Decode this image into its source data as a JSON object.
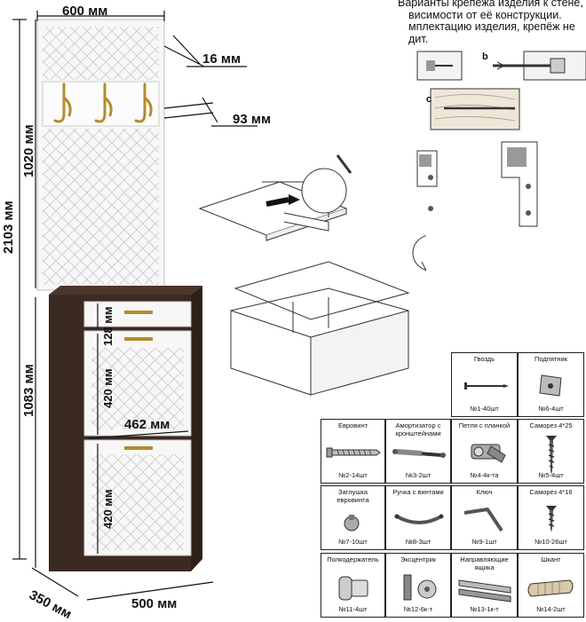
{
  "dimensions": {
    "width_top": "600 мм",
    "gap_16": "16 мм",
    "gap_93": "93 мм",
    "height_total": "2103 мм",
    "height_panel": "1020 мм",
    "height_cabinet": "1083 мм",
    "drawer_128": "128 мм",
    "door_420_top": "420 мм",
    "door_420_bottom": "420 мм",
    "inner_width": "462 мм",
    "depth": "350 мм",
    "width_bottom": "500 мм"
  },
  "mounting_note": {
    "lines": [
      "Варианты крепежа изделия к стене,",
      "висимости от её конструкции.",
      "мплектацию изделия, крепёж не",
      "дит."
    ],
    "letters": [
      "b",
      "c"
    ]
  },
  "hardware": [
    {
      "label": "Гвоздь",
      "qty": "№1-40шт",
      "icon": "nail-icon"
    },
    {
      "label": "Подпятник",
      "qty": "№6-4шт",
      "icon": "foot-pad-icon"
    },
    {
      "label": "Евровинт",
      "qty": "№2-14шт",
      "icon": "euro-screw-icon"
    },
    {
      "label": "Амортизатор с кронштейнами",
      "qty": "№3-2шт",
      "icon": "damper-icon"
    },
    {
      "label": "Петля с планкой",
      "qty": "№4-4к-та",
      "icon": "hinge-icon"
    },
    {
      "label": "Саморез 4*25",
      "qty": "№5-4шт",
      "icon": "screw-icon"
    },
    {
      "label": "Заглушка евровинта",
      "qty": "№7-10шт",
      "icon": "cap-icon"
    },
    {
      "label": "Ручка с винтами",
      "qty": "№8-3шт",
      "icon": "handle-icon"
    },
    {
      "label": "Ключ",
      "qty": "№9-1шт",
      "icon": "hex-key-icon"
    },
    {
      "label": "Саморез 4*16",
      "qty": "№10-26шт",
      "icon": "short-screw-icon"
    },
    {
      "label": "Полкодержатель",
      "qty": "№11-4шт",
      "icon": "shelf-pin-icon"
    },
    {
      "label": "Эксцентрик",
      "qty": "№12-6к-т",
      "icon": "cam-lock-icon"
    },
    {
      "label": "Направляющие ящика",
      "qty": "№13-1к-т",
      "icon": "drawer-slide-icon"
    },
    {
      "label": "Шкант",
      "qty": "№14-2шт",
      "icon": "dowel-icon"
    }
  ],
  "colors": {
    "wenge": "#3b2a22",
    "panel_white": "#f7f7f7",
    "brass": "#b58a2e",
    "line": "#111111"
  }
}
